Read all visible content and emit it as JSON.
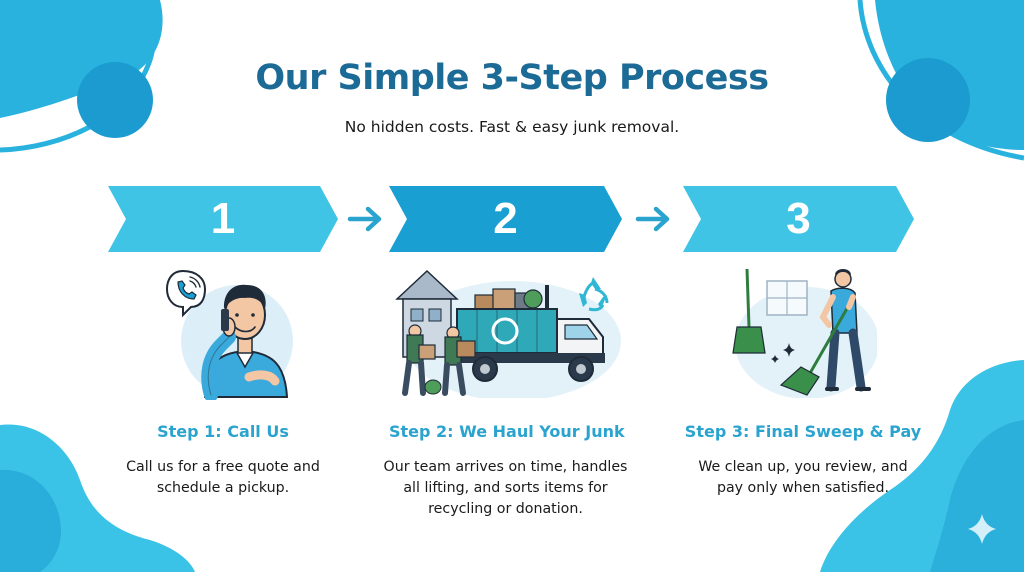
{
  "title": "Our Simple 3-Step Process",
  "subtitle": "No hidden costs. Fast & easy junk removal.",
  "colors": {
    "title": "#1c6a96",
    "accent": "#2aa3cf",
    "banner_light": "#3fc4e6",
    "banner_dark": "#1a9fd3",
    "blob": "#2bb3de"
  },
  "steps": [
    {
      "number": "1",
      "title": "Step 1: Call Us",
      "desc_lines": [
        "Call us for a free quote and",
        "schedule a pickup."
      ],
      "illustration": "man-on-phone"
    },
    {
      "number": "2",
      "title": "Step 2: We Haul Your Junk",
      "desc_lines": [
        "Our team arrives on time, handles",
        "all lifting, and sorts items for",
        "recycling or donation."
      ],
      "illustration": "junk-truck-with-workers"
    },
    {
      "number": "3",
      "title": "Step 3: Final Sweep & Pay",
      "desc_lines": [
        "We clean up, you review, and",
        "pay only when satisfied."
      ],
      "illustration": "man-sweeping"
    }
  ],
  "arrow_icon": "arrow-right-icon",
  "corner_icon": "sparkle-icon"
}
